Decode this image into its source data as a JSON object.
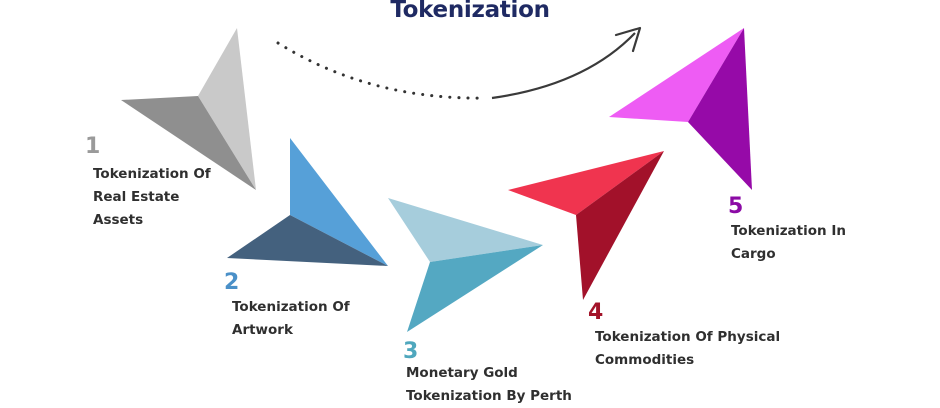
{
  "title": "Tokenization",
  "colors": {
    "title": "#1f2a63",
    "step1": "#9a9a9a",
    "step2": "#4a90c8",
    "step3": "#4fa7bd",
    "step4": "#a3142a",
    "step5": "#8b0aa5"
  },
  "steps": [
    {
      "number": "1",
      "label": "Tokenization Of\nReal Estate\nAssets"
    },
    {
      "number": "2",
      "label": "Tokenization Of\nArtwork"
    },
    {
      "number": "3",
      "label": "Monetary Gold\nTokenization By Perth"
    },
    {
      "number": "4",
      "label": "Tokenization Of Physical\nCommodities"
    },
    {
      "number": "5",
      "label": "Tokenization In\nCargo"
    }
  ]
}
